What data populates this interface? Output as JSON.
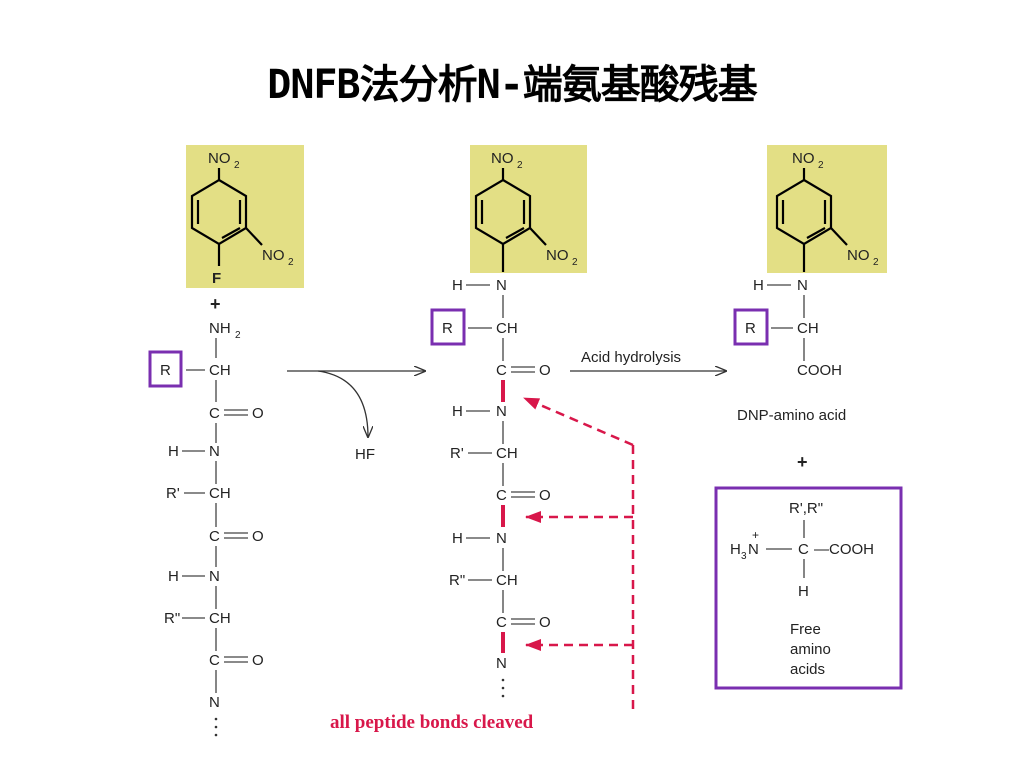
{
  "title": "DNFB法分析N-端氨基酸残基",
  "labels": {
    "no2": "NO",
    "sub2": "2",
    "fluorine": "F",
    "plus": "+",
    "nh": "NH",
    "r": "R",
    "ch": "CH",
    "c": "C",
    "o": "O",
    "h": "H",
    "n": "N",
    "r1": "R'",
    "r2": "R\"",
    "hf": "HF",
    "acid_hydrolysis": "Acid hydrolysis",
    "cooh": "COOH",
    "cooh_dash": "—COOH",
    "dnp_amino_acid": "DNP-amino acid",
    "rr": "R',R\"",
    "h3": "H",
    "sub3": "3",
    "free_line1": "Free",
    "free_line2": "amino",
    "free_line3": "acids",
    "all_cleaved": "all peptide bonds cleaved"
  },
  "colors": {
    "dnp_background": "#e3df85",
    "highlight_box": "#7a2fb0",
    "cleave_red": "#d8174a"
  }
}
